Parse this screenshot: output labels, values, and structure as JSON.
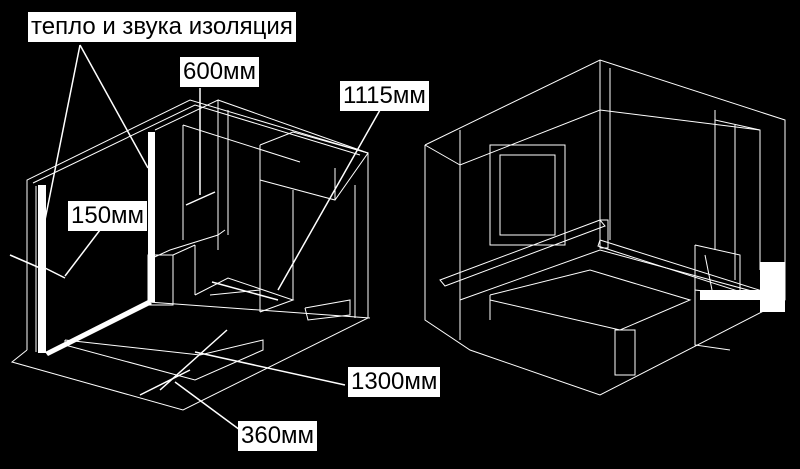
{
  "colors": {
    "background": "#000000",
    "lines": "#ffffff",
    "label_bg": "#ffffff",
    "label_text": "#000000"
  },
  "labels": {
    "insulation": "тепло и звука изоляция",
    "dim_600": "600мм",
    "dim_1115": "1115мм",
    "dim_150": "150мм",
    "dim_1300": "1300мм",
    "dim_360": "360мм"
  }
}
